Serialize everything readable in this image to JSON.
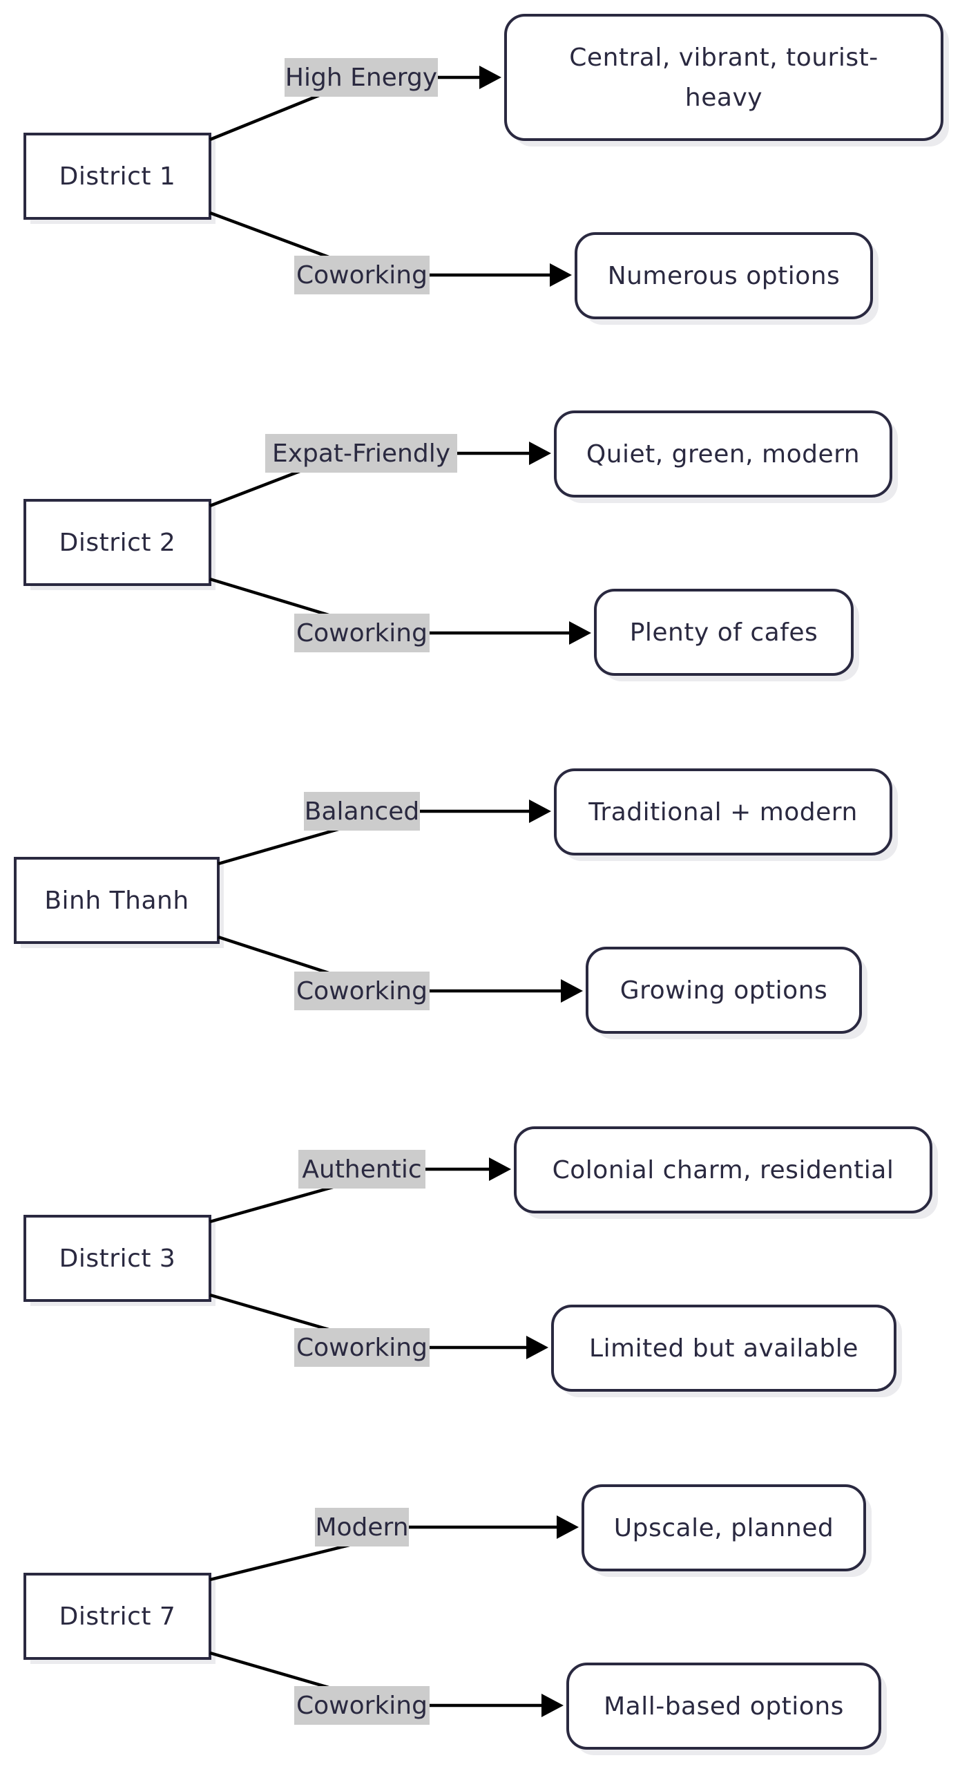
{
  "diagram": {
    "districts": [
      {
        "name": "District 1",
        "edges": [
          {
            "label": "High Energy",
            "target": "Central, vibrant, tourist-heavy",
            "target_lines": [
              "Central, vibrant, tourist-",
              "heavy"
            ]
          },
          {
            "label": "Coworking",
            "target": "Numerous options",
            "target_lines": [
              "Numerous options"
            ]
          }
        ]
      },
      {
        "name": "District 2",
        "edges": [
          {
            "label": "Expat-Friendly",
            "target": "Quiet, green, modern",
            "target_lines": [
              "Quiet, green, modern"
            ]
          },
          {
            "label": "Coworking",
            "target": "Plenty of cafes",
            "target_lines": [
              "Plenty of cafes"
            ]
          }
        ]
      },
      {
        "name": "Binh Thanh",
        "edges": [
          {
            "label": "Balanced",
            "target": "Traditional + modern",
            "target_lines": [
              "Traditional + modern"
            ]
          },
          {
            "label": "Coworking",
            "target": "Growing options",
            "target_lines": [
              "Growing options"
            ]
          }
        ]
      },
      {
        "name": "District 3",
        "edges": [
          {
            "label": "Authentic",
            "target": "Colonial charm, residential",
            "target_lines": [
              "Colonial charm, residential"
            ]
          },
          {
            "label": "Coworking",
            "target": "Limited but available",
            "target_lines": [
              "Limited but available"
            ]
          }
        ]
      },
      {
        "name": "District 7",
        "edges": [
          {
            "label": "Modern",
            "target": "Upscale, planned",
            "target_lines": [
              "Upscale, planned"
            ]
          },
          {
            "label": "Coworking",
            "target": "Mall-based options",
            "target_lines": [
              "Mall-based options"
            ]
          }
        ]
      }
    ]
  }
}
